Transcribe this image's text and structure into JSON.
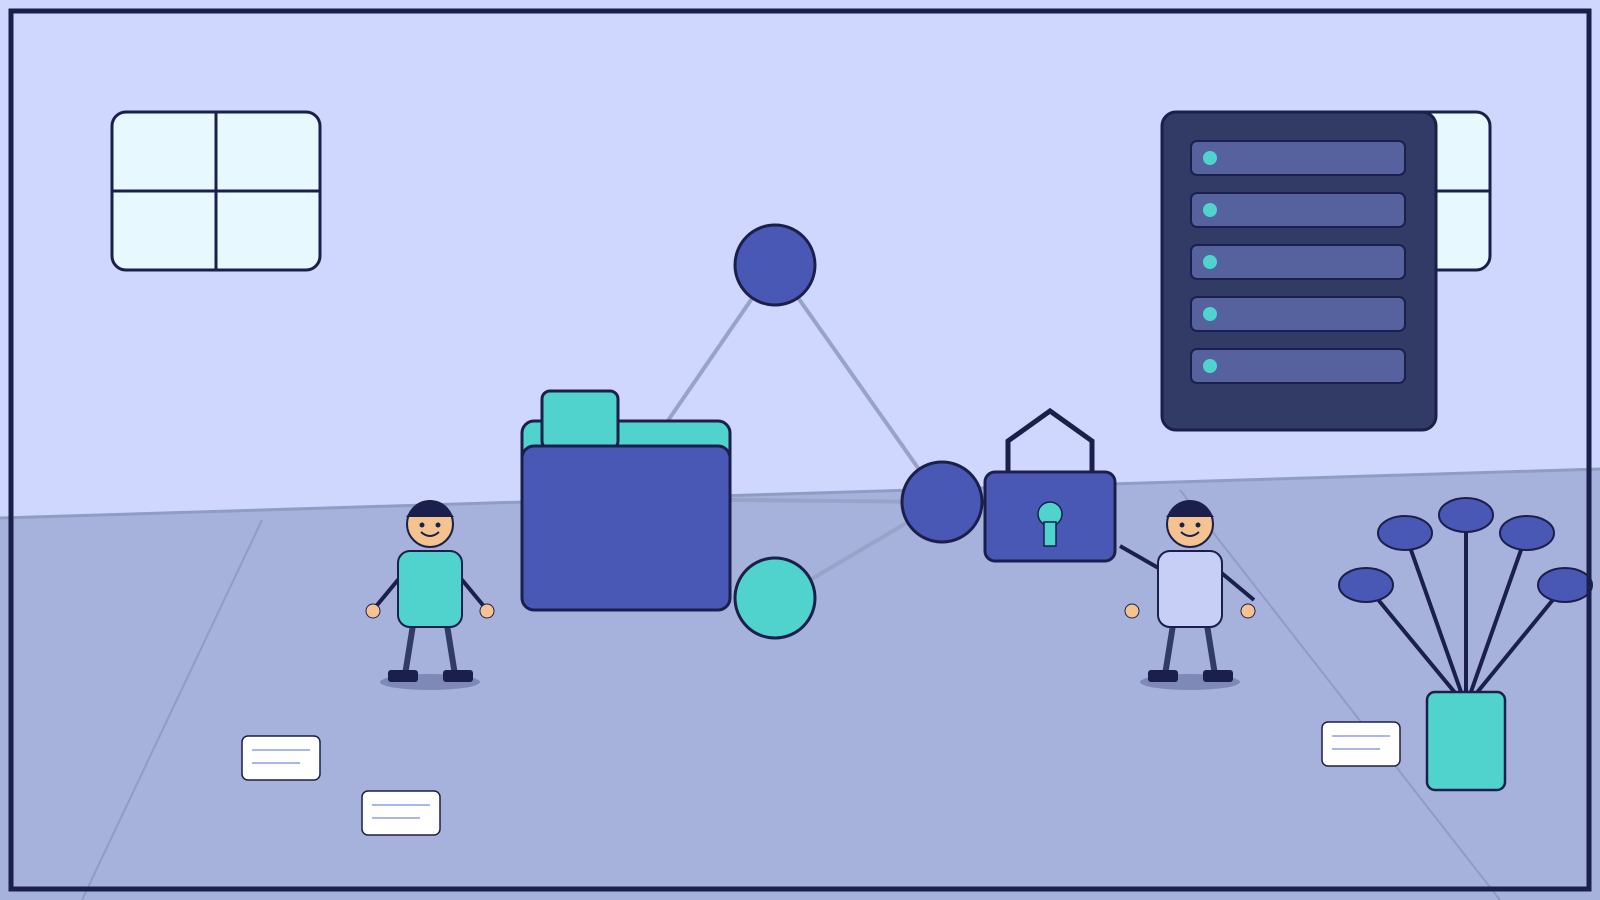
{
  "scene": {
    "description_tags": [
      "office-room",
      "network-diagram",
      "data-security"
    ],
    "palette": {
      "wall": "#d0d7fe",
      "floor": "#a6b2db",
      "outline": "#1b1f4b",
      "window_glass": "#e7f8ff",
      "node_blue": "#4a58b5",
      "teal": "#4fd3cc",
      "server_body": "#323a66",
      "server_slot": "#56629e",
      "skin": "#f5c38f",
      "shirt_light": "#c7cff6",
      "paper": "#ffffff",
      "paper_lines": "#aab8e8",
      "link_line": "#8f9cc4"
    },
    "icons": [
      "window-icon",
      "server-rack-icon",
      "folder-icon",
      "padlock-icon",
      "network-node-icon",
      "person-icon",
      "plant-icon",
      "document-card-icon"
    ]
  }
}
